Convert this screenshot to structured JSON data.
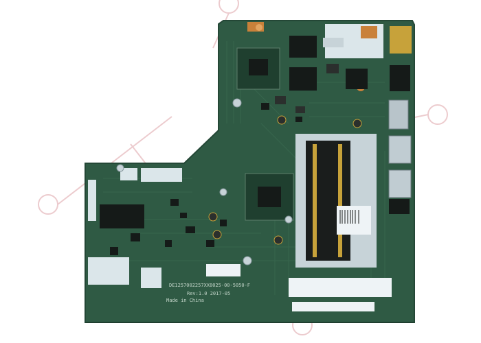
{
  "image": {
    "subject": "Laptop motherboard",
    "colors": {
      "background": "#ffffff",
      "pcb": "#2f5a44",
      "pcb_dark": "#1f3f2f",
      "trace": "#3b6b52",
      "chip": "#151a18",
      "chip_light": "#2b2f2d",
      "copper": "#c9813a",
      "gold": "#c7a23a",
      "silver": "#c7d3d8",
      "label_white": "#eef3f6",
      "watermark": "#e3b0b4"
    },
    "silkscreen": {
      "line1": "DE1257002257XX8025-00-5050-F",
      "line2": "Rev:1.0  2017-05",
      "line3": "Made in China"
    }
  }
}
